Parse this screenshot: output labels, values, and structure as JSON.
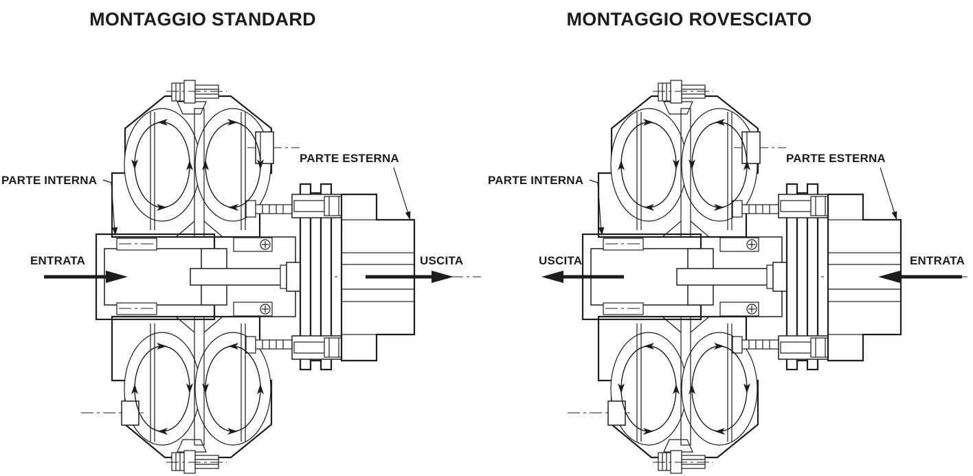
{
  "document": {
    "type": "technical-drawing",
    "subject": "fluid coupling cross-sections, standard vs reversed mounting",
    "language": "Italian"
  },
  "colors": {
    "ink": "#1c1c1c",
    "background": "#ffffff"
  },
  "panels": [
    {
      "title": "MONTAGGIO STANDARD",
      "labels": {
        "parte_interna": "PARTE INTERNA",
        "parte_esterna": "PARTE ESTERNA",
        "flow_left": "ENTRATA",
        "flow_right": "USCITA"
      },
      "flow": {
        "left_arrow_direction": "right",
        "right_arrow_direction": "right",
        "top_chamber_circulation": "upward at center partition (left loop CCW, right loop CW)",
        "bottom_chamber_circulation": "downward at center partition (left loop CW, right loop CCW)"
      }
    },
    {
      "title": "MONTAGGIO ROVESCIATO",
      "labels": {
        "parte_interna": "PARTE INTERNA",
        "parte_esterna": "PARTE ESTERNA",
        "flow_left": "USCITA",
        "flow_right": "ENTRATA"
      },
      "flow": {
        "left_arrow_direction": "left",
        "right_arrow_direction": "left",
        "top_chamber_circulation": "downward at center partition (left loop CW, right loop CCW)",
        "bottom_chamber_circulation": "upward at center partition (left loop CCW, right loop CW)"
      }
    }
  ]
}
